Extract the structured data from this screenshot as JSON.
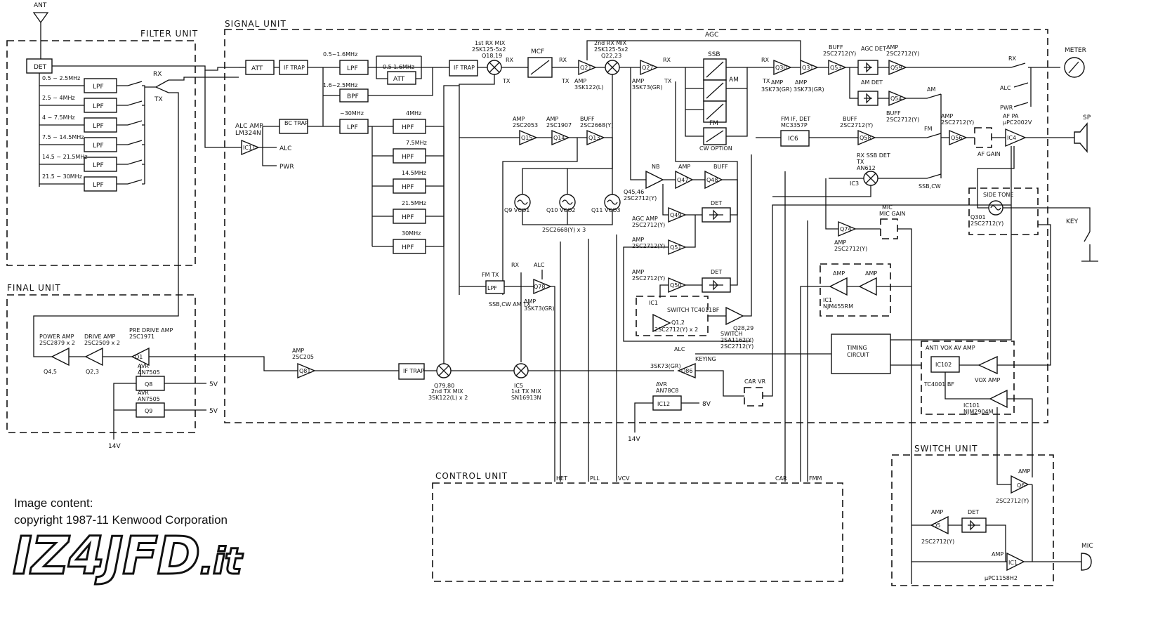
{
  "units": {
    "filter": "FILTER UNIT",
    "signal": "SIGNAL UNIT",
    "final": "FINAL UNIT",
    "control": "CONTROL UNIT",
    "switch": "SWITCH UNIT"
  },
  "antenna": "ANT",
  "filter_unit": {
    "det": "DET",
    "bands": [
      "0.5 ~ 2.5MHz",
      "2.5 ~ 4MHz",
      "4 ~ 7.5MHz",
      "7.5 ~ 14.5MHz",
      "14.5 ~ 21.5MHz",
      "21.5 ~ 30MHz"
    ],
    "lpf": "LPF",
    "rx": "RX",
    "tx": "TX"
  },
  "signal_unit": {
    "att": "ATT",
    "if_trap": "IF TRAP",
    "band_05_16": "0.5~1.6MHz",
    "band_05_16b": "0.5  1.6MHz",
    "band_16_25": "1.6~2.5MHz",
    "bpf": "BPF",
    "lpf": "LPF",
    "bc_trap": "BC TRAP",
    "to30": "~30MHz",
    "hpf": "HPF",
    "hpf_bands": [
      "4MHz",
      "7.5MHz",
      "14.5MHz",
      "21.5MHz",
      "30MHz"
    ],
    "alc_amp": "ALC AMP",
    "alc_amp_ic": "LM324N",
    "ic11": "IC11",
    "alc": "ALC",
    "pwr": "PWR",
    "rx1_mix": "1st RX MIX",
    "rx1_mix_part": "2SK125-5x2",
    "rx1_mix_q": "Q18,19",
    "mcf": "MCF",
    "rx": "RX",
    "tx": "TX",
    "rx2_mix": "2nd RX MIX",
    "rx2_mix_part": "2SK125-5x2",
    "rx2_mix_q": "Q22,23",
    "q21": "Q21",
    "q21_amp": "AMP",
    "q21_part": "3SK122(L)",
    "agc": "AGC",
    "q27": "Q27",
    "q27_amp": "AMP",
    "q27_part": "3SK73(GR)",
    "ssb": "SSB",
    "am": "AM",
    "fm": "FM",
    "cw_option": "CW OPTION",
    "q30": "Q30",
    "q31": "Q31",
    "amp": "AMP",
    "q30_part": "3SK73(GR)",
    "q31_part": "3SK73(GR)",
    "q53": "Q53",
    "buff": "BUFF",
    "q53_part": "2SC2712(Y)",
    "agc_det": "AGC DET",
    "am_det": "AM DET",
    "q59": "Q59",
    "q59_part": "2SC2712(Y)",
    "q54": "Q54",
    "fm_if_det": "FM IF, DET",
    "fm_if_part": "MC3357P",
    "ic6": "IC6",
    "q58": "Q58",
    "q58_part": "2SC2712(Y)",
    "q57_part": "2SC2712(Y)",
    "q56": "Q56",
    "q56_part": "2SC2712(Y)",
    "rx_ssb_det": "RX SSB DET",
    "tx_label": "TX",
    "an612": "AN612",
    "ic3": "IC3",
    "ssb_cw": "SSB,CW",
    "af_gain": "AF GAIN",
    "af_pa": "AF PA",
    "af_pa_part": "μPC2002V",
    "ic4": "IC4",
    "meter": "METER",
    "sp": "SP",
    "pwr_label": "PWR",
    "side_tone": "SIDE TONE",
    "q301": "Q301",
    "q301_part": "2SC2712(Y)",
    "key": "KEY",
    "q15": "Q15",
    "q15_part": "2SC2053",
    "q14": "Q14",
    "q14_part": "2SC1907",
    "q13": "Q13",
    "q13_part": "2SC2668(Y)",
    "vco1": "Q9 VCO1",
    "vco2": "Q10 VCO2",
    "vco3": "Q11 VCO3",
    "vco_part": "2SC2668(Y) x 3",
    "nb": "NB",
    "q47": "Q47",
    "q48": "Q48",
    "q45": "Q45,46",
    "q45_part": "2SC2712(Y)",
    "q49": "Q49",
    "agc_amp": "AGC AMP",
    "q49_part": "2SC2712(Y)",
    "det": "DET",
    "q51": "Q51",
    "q51_part": "2SC2712(Y)",
    "q50": "Q50",
    "q50_part": "2SC2712(Y)",
    "ic1": "IC1",
    "switch_ic": "SWITCH TC4011BF",
    "q12": "Q1,2",
    "q12_part": "2SC2712(Y) x 2",
    "q2829": "Q28,29",
    "q2829_switch": "SWITCH",
    "q2829_part1": "2SA1162(Y)",
    "q2829_part2": "2SC2712(Y)",
    "q74": "Q74",
    "q74_part": "2SC2712(Y)",
    "mic_gain": "MIC GAIN",
    "ic1_amp": "NJM455RM",
    "timing": "TIMING CIRCUIT",
    "anti_vox": "ANTI VOX AV AMP",
    "ic102": "IC102",
    "vox_amp": "VOX AMP",
    "tc4001": "TC4001 BF",
    "ic101": "IC101",
    "ic101_part": "NJM2904M",
    "fm_tx": "FM TX",
    "q78": "Q78",
    "q78_part": "3SK73(GR)",
    "ssb_cw_am_tx": "SSB,CW AM TX",
    "ic5": "IC5",
    "ic5_mix": "1st TX MIX",
    "ic5_part": "SN16913N",
    "q7980": "Q79,80",
    "q7980_mix": "2nd TX MIX",
    "q7980_part": "3SK122(L) x 2",
    "q86": "Q86",
    "q86_part": "3SK73(GR)",
    "keying": "KEYING",
    "car_vr": "CAR VR",
    "ic12": "IC12",
    "avr": "AVR",
    "ic12_part": "AN78C8",
    "v8": "8V",
    "v14": "14V",
    "q81": "Q81",
    "q81_part": "2SC205"
  },
  "final_unit": {
    "power_amp": "POWER AMP",
    "power_amp_part": "2SC2879 x 2",
    "q45": "Q4,5",
    "drive_amp": "DRIVE AMP",
    "drive_amp_part": "2SC2509 x 2",
    "q23": "Q2,3",
    "pre_drive": "PRE DRIVE AMP",
    "pre_drive_part": "2SC1971",
    "q1": "Q1",
    "avr": "AVR",
    "avr_part": "AN7505",
    "q8": "Q8",
    "q9": "Q9",
    "v5": "5V",
    "v14": "14V"
  },
  "control_unit": {
    "het": "HET",
    "pll": "PLL",
    "vcv": "VCV",
    "car": "CAR",
    "fmm": "FMM"
  },
  "switch_unit": {
    "amp": "AMP",
    "q6": "Q6",
    "q6_part": "2SC2712(Y)",
    "q5": "Q5",
    "q5_part": "2SC2712(Y)",
    "det": "DET",
    "ic1": "IC1",
    "ic1_part": "μPC1158H2",
    "mic": "MIC"
  },
  "credit": {
    "line1": "Image content:",
    "line2": "copyright 1987-11 Kenwood Corporation",
    "logo": "IZ4JFD",
    "logo_tld": ".it"
  }
}
